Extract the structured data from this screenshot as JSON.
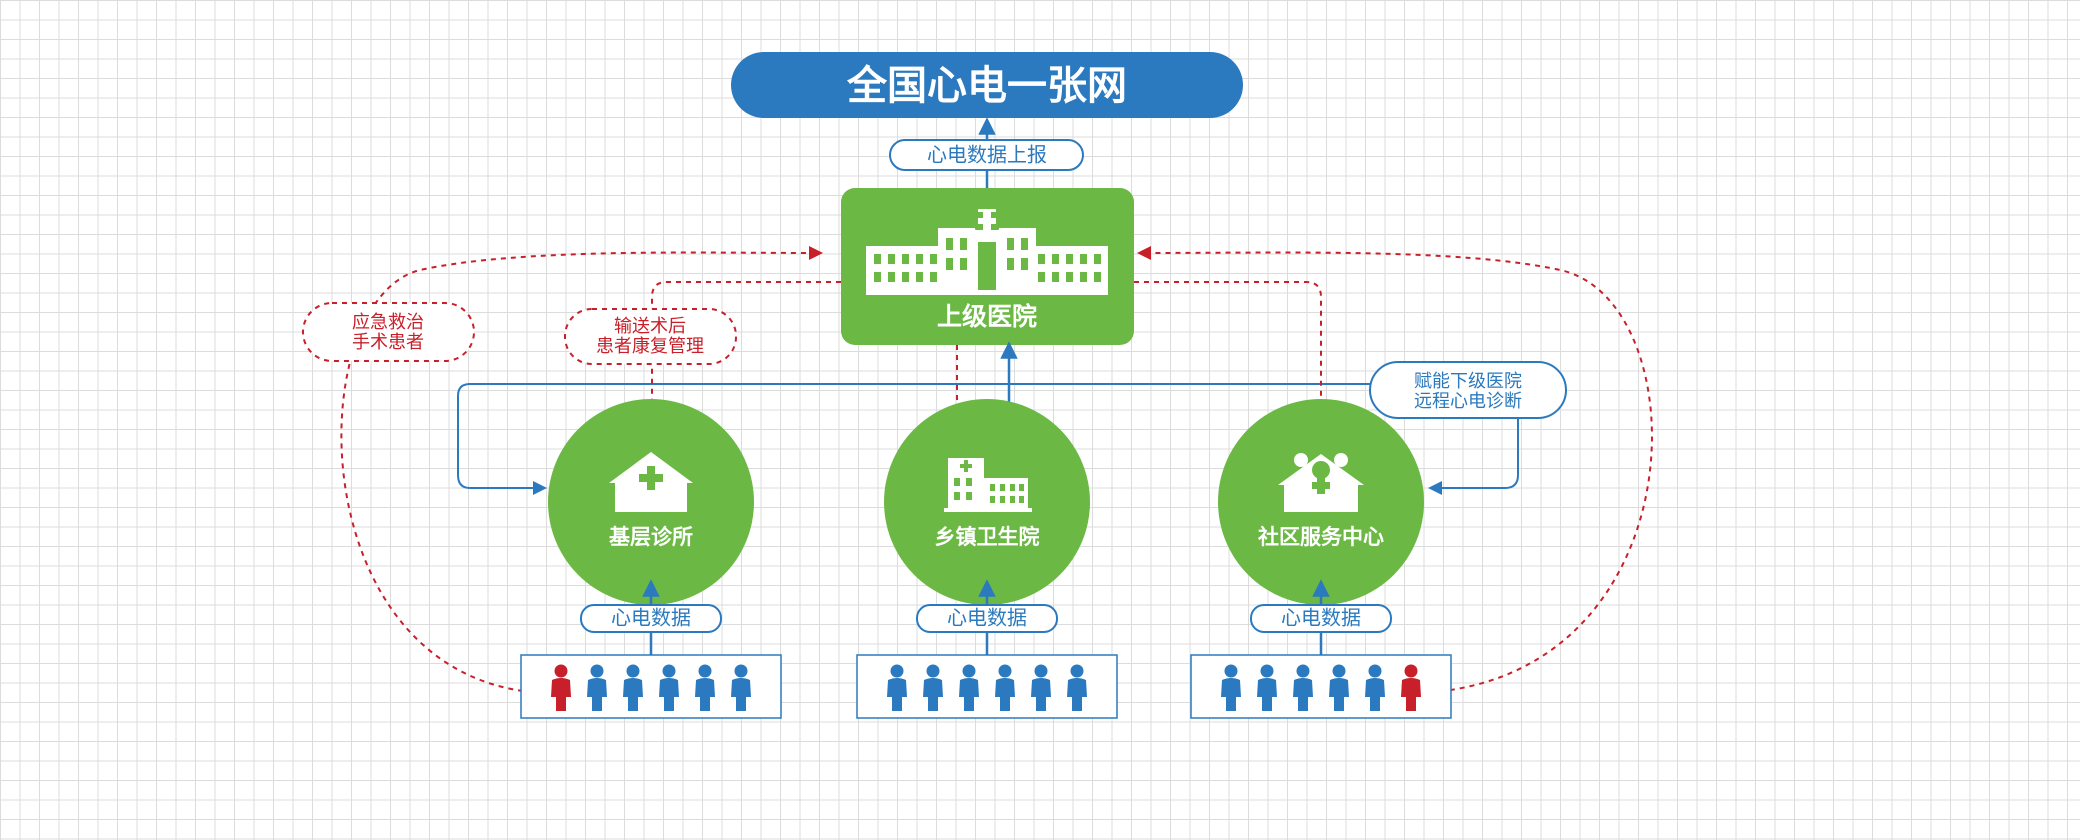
{
  "title": "全国心电一张网",
  "report_label": "心电数据上报",
  "top_hospital": {
    "name": "上级医院",
    "icon": "hospital-building-icon"
  },
  "nodes": [
    {
      "id": "clinic",
      "name": "基层诊所",
      "icon": "house-cross-icon"
    },
    {
      "id": "township",
      "name": "乡镇卫生院",
      "icon": "small-hospital-icon"
    },
    {
      "id": "community",
      "name": "社区服务中心",
      "icon": "community-people-icon"
    }
  ],
  "ecg_label": "心电数据",
  "notes": {
    "emergency": [
      "应急救治",
      "手术患者"
    ],
    "rehab": [
      "输送术后",
      "患者康复管理"
    ],
    "empower": [
      "赋能下级医院",
      "远程心电诊断"
    ]
  },
  "colors": {
    "title_blue": "#2b79be",
    "green": "#6bb944",
    "line_blue": "#2b79be",
    "dashed_red": "#c8202a",
    "person_blue": "#2b79be",
    "person_red": "#c8202a"
  }
}
